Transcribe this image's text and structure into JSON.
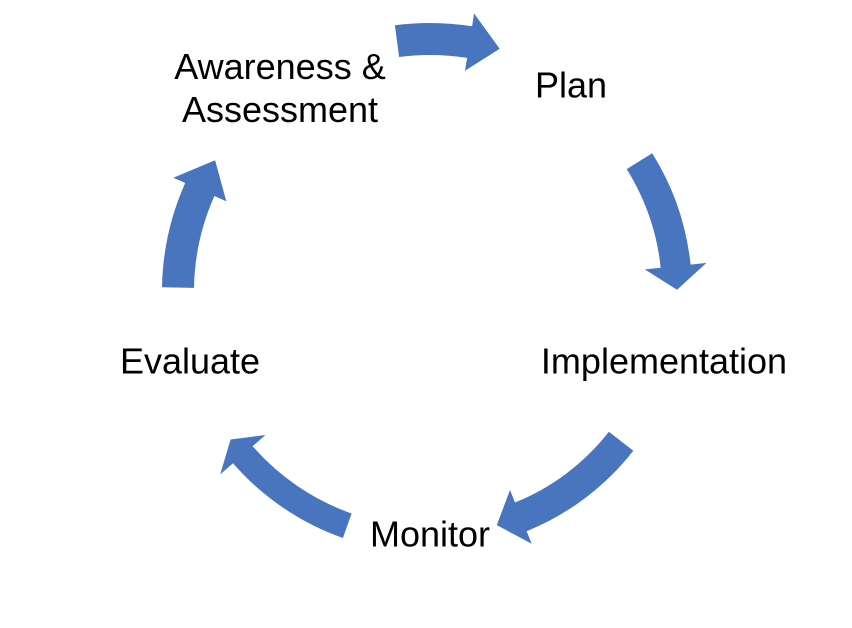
{
  "diagram": {
    "type": "cycle",
    "direction": "clockwise",
    "arrow_color": "#4875BE",
    "text_color": "#000000",
    "background_color": "#FFFFFF",
    "stages": [
      {
        "id": "awareness-assessment",
        "label": "Awareness & Assessment",
        "line1": "Awareness &",
        "line2": "Assessment"
      },
      {
        "id": "plan",
        "label": "Plan"
      },
      {
        "id": "implementation",
        "label": "Implementation"
      },
      {
        "id": "monitor",
        "label": "Monitor"
      },
      {
        "id": "evaluate",
        "label": "Evaluate"
      }
    ],
    "arrows": [
      {
        "name": "awareness-to-plan",
        "from": "Awareness & Assessment",
        "to": "Plan"
      },
      {
        "name": "plan-to-implementation",
        "from": "Plan",
        "to": "Implementation"
      },
      {
        "name": "implementation-to-monitor",
        "from": "Implementation",
        "to": "Monitor"
      },
      {
        "name": "monitor-to-evaluate",
        "from": "Monitor",
        "to": "Evaluate"
      },
      {
        "name": "evaluate-to-awareness",
        "from": "Evaluate",
        "to": "Awareness & Assessment"
      }
    ]
  }
}
